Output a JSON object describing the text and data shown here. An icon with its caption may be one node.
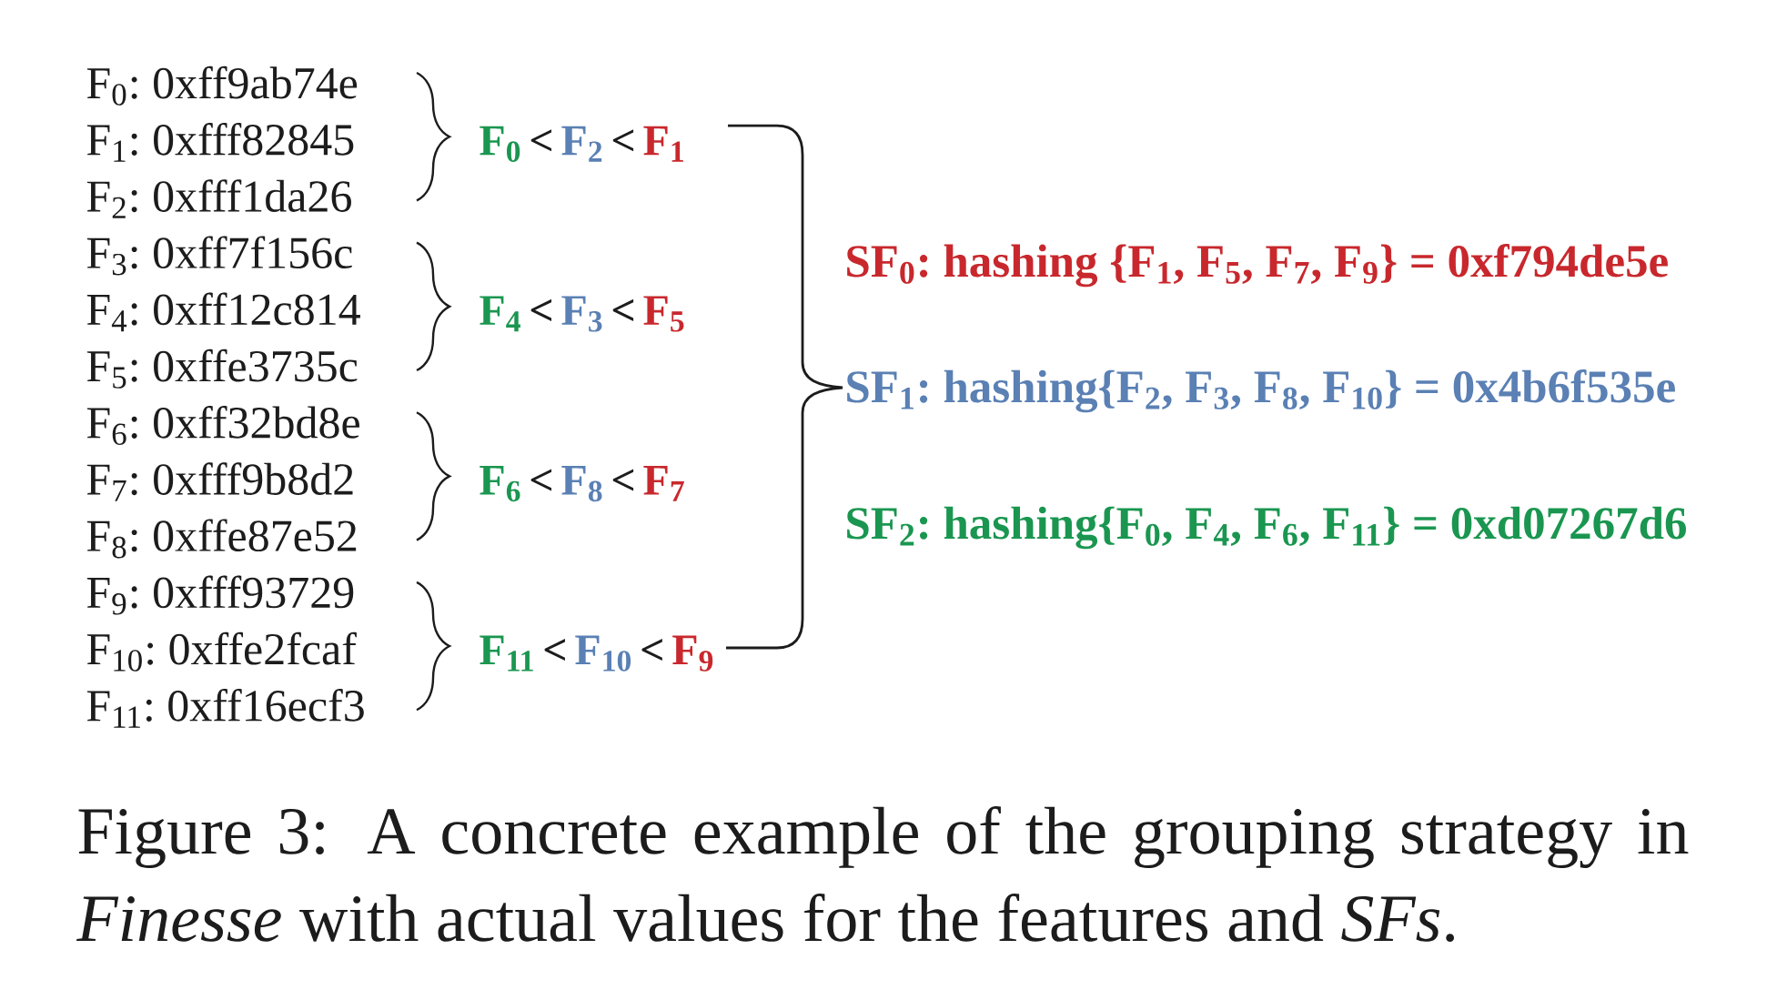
{
  "diagram": {
    "caption": "Figure 3: A concrete example of the grouping strategy in *Finesse* with actual values for the features and *SFs*.",
    "labels": [
      "F$_{0}$: 0xff9ab74e",
      "F$_{1}$: 0xfff82845",
      "F$_{2}$: 0xfff1da26",
      "F$_{3}$: 0xff7f156c",
      "F$_{4}$: 0xff12c814",
      "F$_{5}$: 0xffe3735c",
      "F$_{6}$: 0xff32bd8e",
      "F$_{7}$: 0xfff9b8d2",
      "F$_{8}$: 0xffe87e52",
      "F$_{9}$: 0xfff93729",
      "F$_{10}$: 0xffe2fcaf",
      "F$_{11}$: 0xff16ecf3",
      "F$_{0}$",
      "<",
      "F$_{2}$",
      "<",
      "F$_{1}$",
      "F$_{4}$",
      "<",
      "F$_{3}$",
      "<",
      "F$_{5}$",
      "F$_{6}$",
      "<",
      "F$_{8}$",
      "<",
      "F$_{7}$",
      "F$_{11}$",
      "<",
      "F$_{10}$",
      "<",
      "F$_{9}$",
      "SF$_{0}$: hashing {F$_{1}$, F$_{5}$, F$_{7}$, F$_{9}$} = 0xf794de5e",
      "SF$_{1}$: hashing{F$_{2}$, F$_{3}$, F$_{8}$, F$_{10}$} = 0x4b6f535e",
      "SF$_{2}$: hashing{F$_{0}$, F$_{4}$, F$_{6}$, F$_{11}$} = 0xd07267d6"
    ]
  }
}
